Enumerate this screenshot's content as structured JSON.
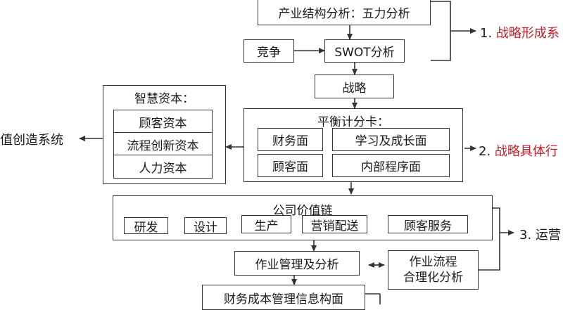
{
  "stage1": {
    "industry": "产业结构分析：五力分析",
    "competition": "竞争",
    "swot": "SWOT分析",
    "strategy": "战略",
    "label_num": "1. ",
    "label_text": "战略形成系"
  },
  "capital": {
    "title": "智慧资本：",
    "items": [
      "顾客资本",
      "流程创新资本",
      "人力资本"
    ]
  },
  "value_system_label": "值创造系统",
  "bsc": {
    "title": "平衡计分卡：",
    "finance": "财务面",
    "learning": "学习及成长面",
    "customer": "顾客面",
    "internal": "内部程序面"
  },
  "stage2": {
    "label_num": "2. ",
    "label_text": "战略具体行"
  },
  "chain": {
    "title": "公司价值链",
    "items": [
      "研发",
      "设计",
      "生产",
      "营销配送",
      "顾客服务"
    ]
  },
  "stage3": {
    "label": "3. 运营"
  },
  "ops": {
    "activity": "作业管理及分析",
    "process_line1": "作业流程",
    "process_line2": "合理化分析",
    "finance_cost": "财务成本管理信息构面"
  },
  "colors": {
    "accent": "#c0202a",
    "line": "#333333"
  }
}
